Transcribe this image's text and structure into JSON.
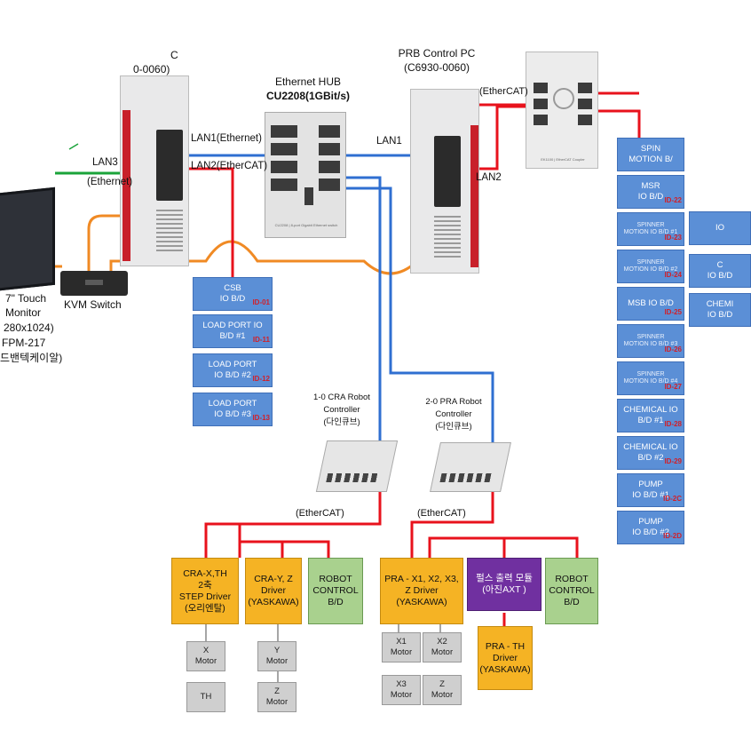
{
  "devices": {
    "pc_left": {
      "title": "C",
      "model": "0-0060)"
    },
    "hub": {
      "title": "Ethernet HUB",
      "model": "CU2208(1GBit/s)",
      "caption": "CU2208 | 8-port Gigabit Ethernet switch"
    },
    "pc_right": {
      "title": "PRB Control PC",
      "model": "(C6930-0060)"
    },
    "ethercat_module_caption": "EK1100 | EtherCAT Coupler",
    "kvm": {
      "label": "KVM Switch"
    },
    "monitor": {
      "lines": [
        "7\" Touch",
        "Monitor",
        "280x1024)",
        "FPM-217",
        "드밴텍케이알)"
      ]
    }
  },
  "links": {
    "lan1_left": "LAN1(Ethernet)",
    "lan2_left": "LAN2(EtherCAT)",
    "lan3": "LAN3",
    "lan3_sub": "(Ethernet)",
    "lan1_right": "LAN1",
    "lan2_right": "LAN2",
    "ethercat_top": "(EtherCAT)",
    "ethercat_cra": "(EtherCAT)",
    "ethercat_pra": "(EtherCAT)"
  },
  "controllers": {
    "cra": {
      "lines": [
        "1-0 CRA Robot",
        "Controller",
        "(다인큐브)"
      ]
    },
    "pra": {
      "lines": [
        "2-0 PRA Robot",
        "Controller",
        "(다인큐브)"
      ]
    }
  },
  "left_io_boards": [
    {
      "line1": "CSB",
      "line2": "IO B/D",
      "id": "ID-01"
    },
    {
      "line1": "LOAD PORT IO",
      "line2": "B/D #1",
      "id": "ID-11"
    },
    {
      "line1": "LOAD PORT",
      "line2": "IO B/D #2",
      "id": "ID-12"
    },
    {
      "line1": "LOAD PORT",
      "line2": "IO B/D #3",
      "id": "ID-13"
    }
  ],
  "right_io_boards": [
    {
      "line1": "SPIN",
      "line2": "MOTION B/",
      "id": "",
      "small": false
    },
    {
      "line1": "MSR",
      "line2": "IO B/D",
      "id": "ID-22",
      "small": false
    },
    {
      "line1": "SPINNER",
      "line2": "MOTION IO B/D #1",
      "id": "ID-23",
      "small": true
    },
    {
      "line1": "SPINNER",
      "line2": "MOTION IO B/D #2",
      "id": "ID-24",
      "small": true
    },
    {
      "line1": "MSB IO B/D",
      "line2": "",
      "id": "ID-25",
      "small": false
    },
    {
      "line1": "SPINNER",
      "line2": "MOTION IO B/D #3",
      "id": "ID-26",
      "small": true
    },
    {
      "line1": "SPINNER",
      "line2": "MOTION IO B/D #4",
      "id": "ID-27",
      "small": true
    },
    {
      "line1": "CHEMICAL IO",
      "line2": "B/D #1",
      "id": "ID-28",
      "small": false
    },
    {
      "line1": "CHEMICAL IO",
      "line2": "B/D #2",
      "id": "ID-29",
      "small": false
    },
    {
      "line1": "PUMP",
      "line2": "IO B/D #1",
      "id": "ID-2C",
      "small": false
    },
    {
      "line1": "PUMP",
      "line2": "IO B/D #2",
      "id": "ID-2D",
      "small": false
    }
  ],
  "far_right_boards": [
    {
      "line1": "",
      "line2": "IO"
    },
    {
      "line1": "C",
      "line2": "IO B/D"
    },
    {
      "line1": "CHEMI",
      "line2": "IO B/D"
    }
  ],
  "drivers": {
    "cra_xth": {
      "lines": [
        "CRA-X,TH",
        "2축",
        "STEP Driver",
        "(오리엔탈)"
      ]
    },
    "cra_yz": {
      "lines": [
        "CRA-Y, Z",
        "Driver",
        "(YASKAWA)"
      ]
    },
    "cra_robot_bd": {
      "lines": [
        "ROBOT",
        "CONTROL",
        "B/D"
      ]
    },
    "pra_xz": {
      "lines": [
        "PRA - X1, X2, X3,",
        "Z Driver",
        "(YASKAWA)"
      ]
    },
    "pulse_module": {
      "lines": [
        "펄스 출력 모듈",
        "(아진AXT )"
      ]
    },
    "pra_robot_bd": {
      "lines": [
        "ROBOT",
        "CONTROL",
        "B/D"
      ]
    },
    "pra_th": {
      "lines": [
        "PRA - TH",
        "Driver",
        "(YASKAWA)"
      ]
    }
  },
  "motors": [
    {
      "key": "x",
      "line1": "X",
      "line2": "Motor"
    },
    {
      "key": "th",
      "line1": "TH",
      "line2": ""
    },
    {
      "key": "y",
      "line1": "Y",
      "line2": "Motor"
    },
    {
      "key": "z_cra",
      "line1": "Z",
      "line2": "Motor"
    },
    {
      "key": "x1",
      "line1": "X1",
      "line2": "Motor"
    },
    {
      "key": "x2",
      "line1": "X2",
      "line2": "Motor"
    },
    {
      "key": "x3",
      "line1": "X3",
      "line2": "Motor"
    },
    {
      "key": "z_pra",
      "line1": "Z",
      "line2": "Motor"
    }
  ],
  "colors": {
    "ethercat": "#e8121c",
    "ethernet": "#2f6fd1",
    "lan3": "#1aa33a",
    "kvm_cable": "#f08a24",
    "io_board": "#5b8fd6",
    "driver": "#f5b324",
    "control_bd": "#a9d18e",
    "pulse": "#7030a0",
    "motor": "#cfcfcf"
  }
}
